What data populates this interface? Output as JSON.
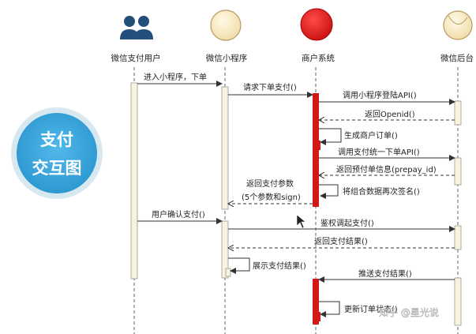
{
  "actors": [
    {
      "label": "微信支付用户",
      "icon": "users-icon"
    },
    {
      "label": "微信小程序",
      "icon": "lifeline-circle-icon"
    },
    {
      "label": "商户系统",
      "icon": "red-lifeline-circle-icon"
    },
    {
      "label": "微信后台",
      "icon": "lifeline-circle-icon"
    }
  ],
  "title": {
    "line1": "支付",
    "line2": "交互图"
  },
  "messages": {
    "m1": "进入小程序，下单",
    "m2": "请求下单支付()",
    "m3": "调用小程序登陆API()",
    "m4": "返回Openid()",
    "m5": "生成商户订单()",
    "m6": "调用支付统一下单API()",
    "m7": "返回预付单信息(prepay_id)",
    "m8": "将组合数据再次签名()",
    "m9a": "返回支付参数",
    "m9b": "(5个参数和sign)",
    "m10": "用户确认支付()",
    "m11": "鉴权调起支付()",
    "m12": "返回支付结果()",
    "m13": "展示支付结果()",
    "m14": "推送支付结果()",
    "m15": "更新订单状态()"
  },
  "watermark": "知乎 @星光说",
  "colors": {
    "actor_fill": "#f6e8c2",
    "merchant_red": "#e01a1a",
    "activation_fill": "#f7f3dc",
    "badge_blue": "#3aa7dc",
    "user_icon": "#22507a"
  }
}
